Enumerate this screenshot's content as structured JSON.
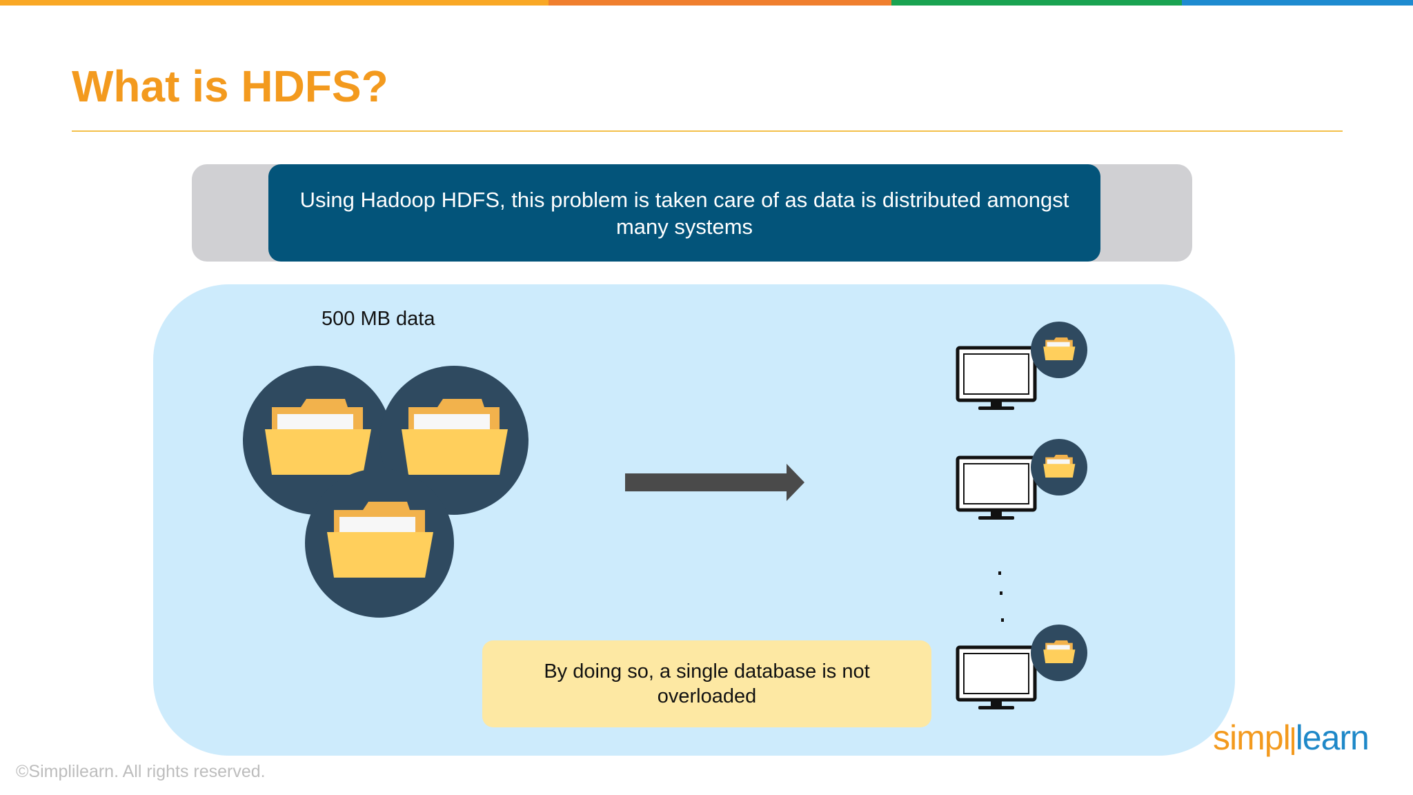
{
  "slide": {
    "title": "What is HDFS?",
    "banner_text": "Using Hadoop HDFS, this problem is taken care of as data is distributed amongst many systems",
    "data_label": "500 MB data",
    "note_text": "By doing so, a single database is not overloaded",
    "copyright": "©Simplilearn. All rights reserved.",
    "logo_left": "simpl",
    "logo_right": "learn"
  },
  "colors": {
    "accent_orange": "#F39A1E",
    "banner_blue": "#03547A",
    "panel_blue": "#CDEBFC",
    "note_yellow": "#FDE8A3",
    "folder_yellow": "#FFCF5C",
    "circle_dark": "#2F4A60",
    "topbar": [
      "#F9A825",
      "#F07F2E",
      "#1AA351",
      "#1E8BD0"
    ]
  },
  "icons": {
    "folders": "folder-icon",
    "arrow": "right-arrow-icon",
    "monitors": "monitor-icon",
    "ellipsis": "vertical-ellipsis-icon"
  }
}
